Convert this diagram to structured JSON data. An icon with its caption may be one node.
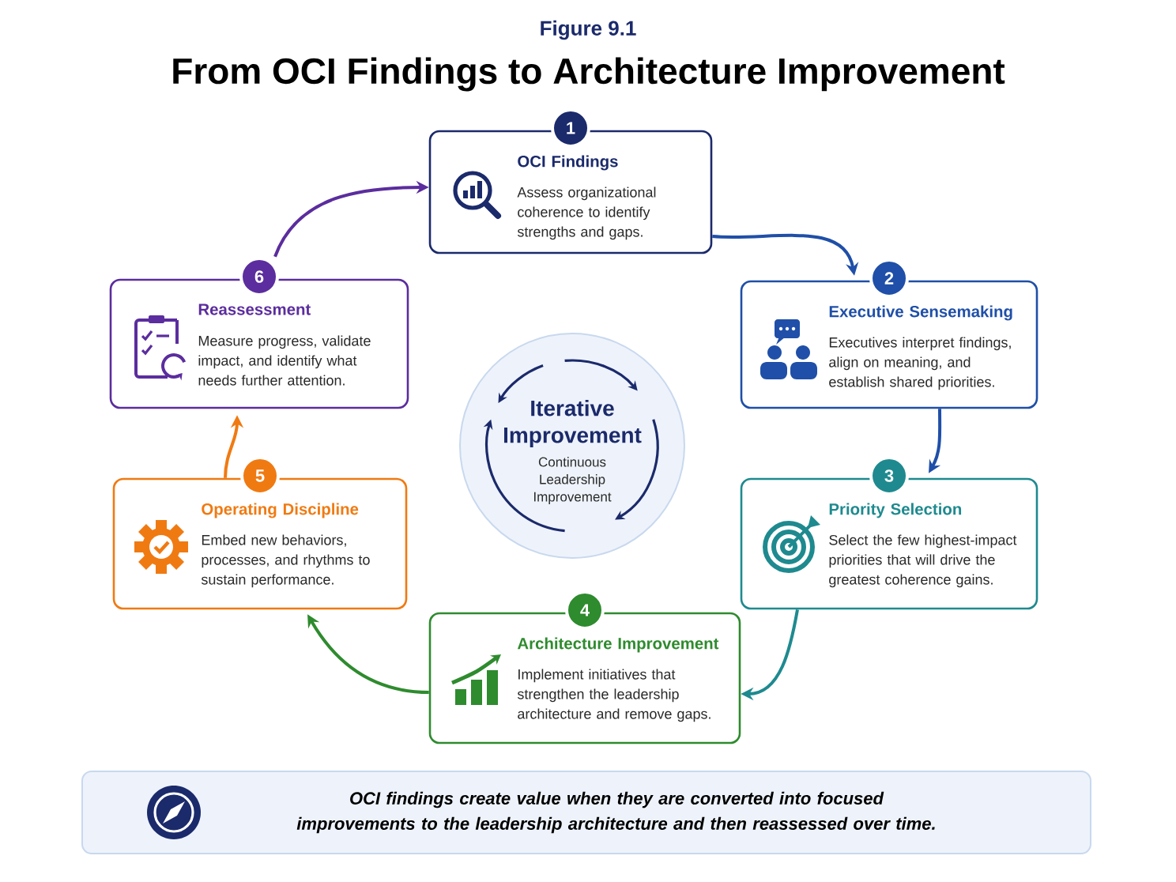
{
  "diagram": {
    "title": "From OCI Findings to Architecture Improvement",
    "nodes": [
      {
        "text": [
          "OCI Findings",
          "Assess organizational coherence to identify strengths and gaps."
        ],
        "beside": [
          "1"
        ]
      },
      {
        "text": [
          "Executive Sensemaking",
          "Executives interpret findings, align on meaning, and establish shared priorities."
        ],
        "beside": [
          "2"
        ]
      },
      {
        "text": [
          "Priority Selection",
          "Select the few highest-impact priorities that will drive the greatest coherence gains."
        ],
        "beside": [
          "3"
        ]
      },
      {
        "text": [
          "Architecture Improvement",
          "Implement initiatives that strengthen the leadership architecture and remove gaps."
        ],
        "beside": [
          "4"
        ]
      },
      {
        "text": [
          "Operating Discipline",
          "Embed new behaviors, processes, and rhythms to sustain performance."
        ],
        "beside": [
          "5"
        ]
      },
      {
        "text": [
          "Reassessment",
          "Measure progress, validate impact, and identify what needs further attention."
        ],
        "beside": [
          "6"
        ]
      },
      {
        "text": [
          "Iterative Improvement",
          "Continuous Leadership Improvement"
        ]
      },
      {
        "text": [
          "*OCI findings create value when they are converted into focused improvements to the leadership architecture and then reassessed over time.*"
        ]
      }
    ],
    "edges": [
      {
        "from": 0,
        "to": 1,
        "arrow": "to",
        "color": "#1f4fa8"
      },
      {
        "from": 1,
        "to": 2,
        "arrow": "to",
        "color": "#1f4fa8"
      },
      {
        "from": 2,
        "to": 3,
        "arrow": "to",
        "color": "#1e8a8f"
      },
      {
        "from": 3,
        "to": 4,
        "arrow": "to",
        "color": "#2e8b2e"
      },
      {
        "from": 4,
        "to": 5,
        "arrow": "to",
        "color": "#f07a12"
      },
      {
        "from": 5,
        "to": 0,
        "arrow": "to",
        "color": "#5b2d9e"
      }
    ],
    "labels": [
      "Figure 9.1"
    ]
  }
}
